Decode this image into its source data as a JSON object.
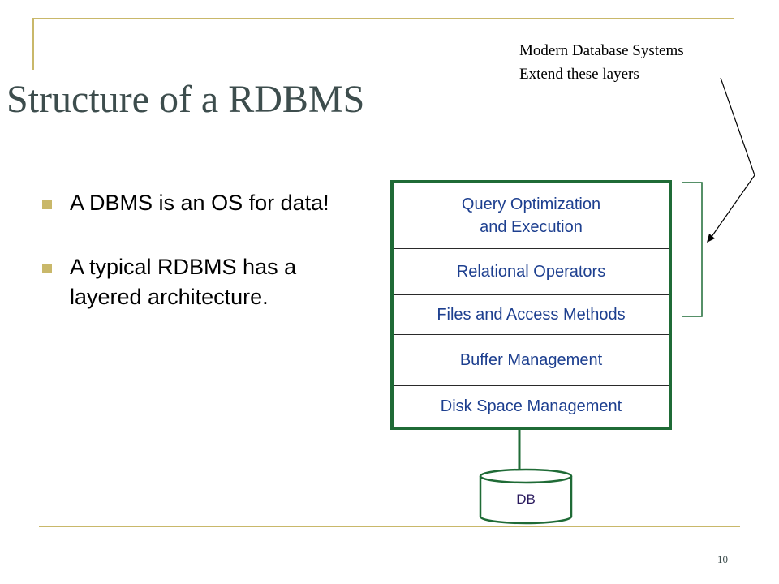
{
  "slide": {
    "title": "Structure of a RDBMS",
    "page_number": "10"
  },
  "bullets": [
    "A DBMS is an OS for data!",
    "A typical RDBMS has a layered architecture."
  ],
  "annotation": {
    "lines": [
      "Modern Database Systems",
      "Extend these layers"
    ]
  },
  "layers": [
    {
      "lines": [
        "Query Optimization",
        "and Execution"
      ]
    },
    {
      "lines": [
        "Relational Operators"
      ]
    },
    {
      "lines": [
        "Files and Access Methods"
      ]
    },
    {
      "lines": [
        "Buffer Management"
      ]
    },
    {
      "lines": [
        "Disk Space Management"
      ]
    }
  ],
  "database": {
    "label": "DB"
  },
  "colors": {
    "accent": "#c9b86a",
    "stack_border": "#1f6b36",
    "layer_text": "#1d3f8f",
    "title_text": "#3d4d4d"
  }
}
